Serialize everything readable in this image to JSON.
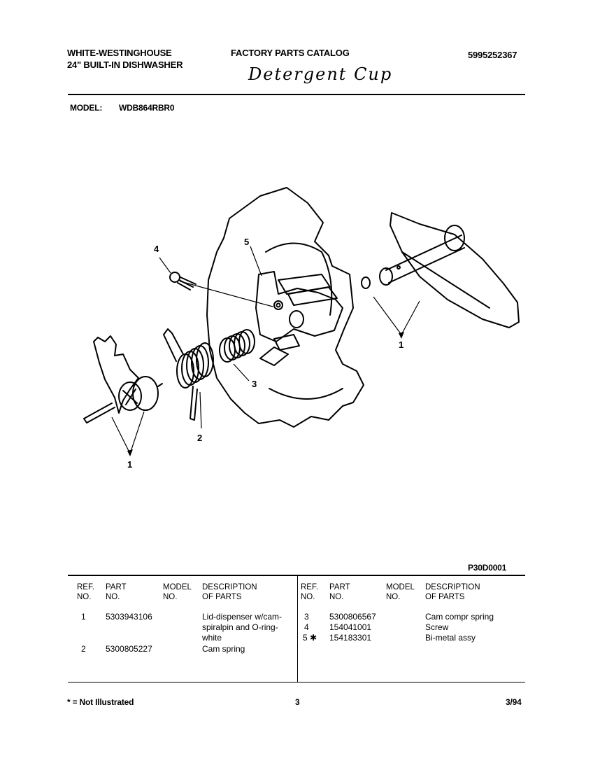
{
  "header": {
    "brand": "WHITE-WESTINGHOUSE",
    "product": "24\" BUILT-IN DISHWASHER",
    "catalog": "FACTORY PARTS CATALOG",
    "catalog_number": "5995252367",
    "handwritten_title": "Detergent Cup",
    "model_label": "MODEL:",
    "model_value": "WDB864RBR0"
  },
  "diagram": {
    "callouts": [
      "1",
      "1",
      "2",
      "3",
      "4",
      "5"
    ],
    "figure_code": "P30D0001"
  },
  "parts_table": {
    "headers": {
      "ref": [
        "REF.",
        "NO."
      ],
      "part": [
        "PART",
        "NO."
      ],
      "model": [
        "MODEL",
        "NO."
      ],
      "desc": [
        "DESCRIPTION",
        "OF PARTS"
      ]
    },
    "left_rows": [
      {
        "ref": "1",
        "part": "5303943106",
        "model": "",
        "desc": [
          "Lid-dispenser w/cam-",
          "spiralpin and O-ring-",
          "white"
        ]
      },
      {
        "ref": "2",
        "part": "5300805227",
        "model": "",
        "desc": [
          "Cam spring"
        ]
      }
    ],
    "right_rows": [
      {
        "ref": "3",
        "part": "5300806567",
        "model": "",
        "desc": [
          "Cam compr spring"
        ]
      },
      {
        "ref": "4",
        "part": "154041001",
        "model": "",
        "desc": [
          "Screw"
        ]
      },
      {
        "ref": "5 ✱",
        "part": "154183301",
        "model": "",
        "desc": [
          "Bi-metal assy"
        ]
      }
    ]
  },
  "footer": {
    "legend": "* = Not Illustrated",
    "page": "3",
    "date": "3/94"
  }
}
